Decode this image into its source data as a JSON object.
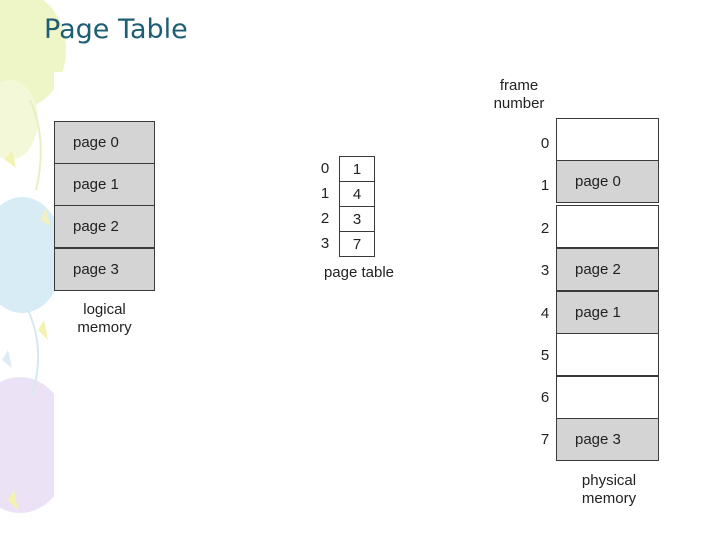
{
  "title": "Page Table",
  "logical_memory": {
    "pages": [
      "page 0",
      "page 1",
      "page 2",
      "page 3"
    ],
    "caption_line1": "logical",
    "caption_line2": "memory"
  },
  "page_table": {
    "indices": [
      "0",
      "1",
      "2",
      "3"
    ],
    "frames": [
      "1",
      "4",
      "3",
      "7"
    ],
    "caption": "page table"
  },
  "physical_memory": {
    "header_line1": "frame",
    "header_line2": "number",
    "frame_numbers": [
      "0",
      "1",
      "2",
      "3",
      "4",
      "5",
      "6",
      "7"
    ],
    "frames": [
      "",
      "page 0",
      "",
      "page 2",
      "page 1",
      "",
      "",
      "page 3"
    ],
    "caption_line1": "physical",
    "caption_line2": "memory"
  },
  "colors": {
    "title": "#1d5e72",
    "cell_fill": "#d4d4d4",
    "border": "#3a3a3a"
  }
}
